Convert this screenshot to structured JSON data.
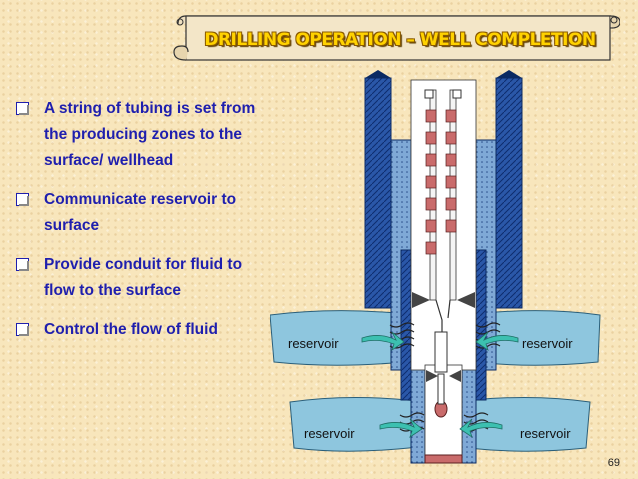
{
  "slide": {
    "title": "DRILLING OPERATION – WELL COMPLETION",
    "bullets": [
      "A string of tubing is set from the producing zones to the surface/ wellhead",
      "Communicate reservoir to surface",
      "Provide conduit for fluid to flow to the surface",
      "Control the flow of fluid"
    ],
    "diagram_labels": {
      "upper_left": "reservoir",
      "upper_right": "reservoir",
      "lower_left": "reservoir",
      "lower_right": "reservoir"
    },
    "page_number": "69"
  },
  "colors": {
    "bullet_text": "#1f1fae",
    "title_fill": "#ffd200",
    "casing": "#2a57a8",
    "reservoir": "#8ec6de",
    "packer": "#c96b6b"
  }
}
